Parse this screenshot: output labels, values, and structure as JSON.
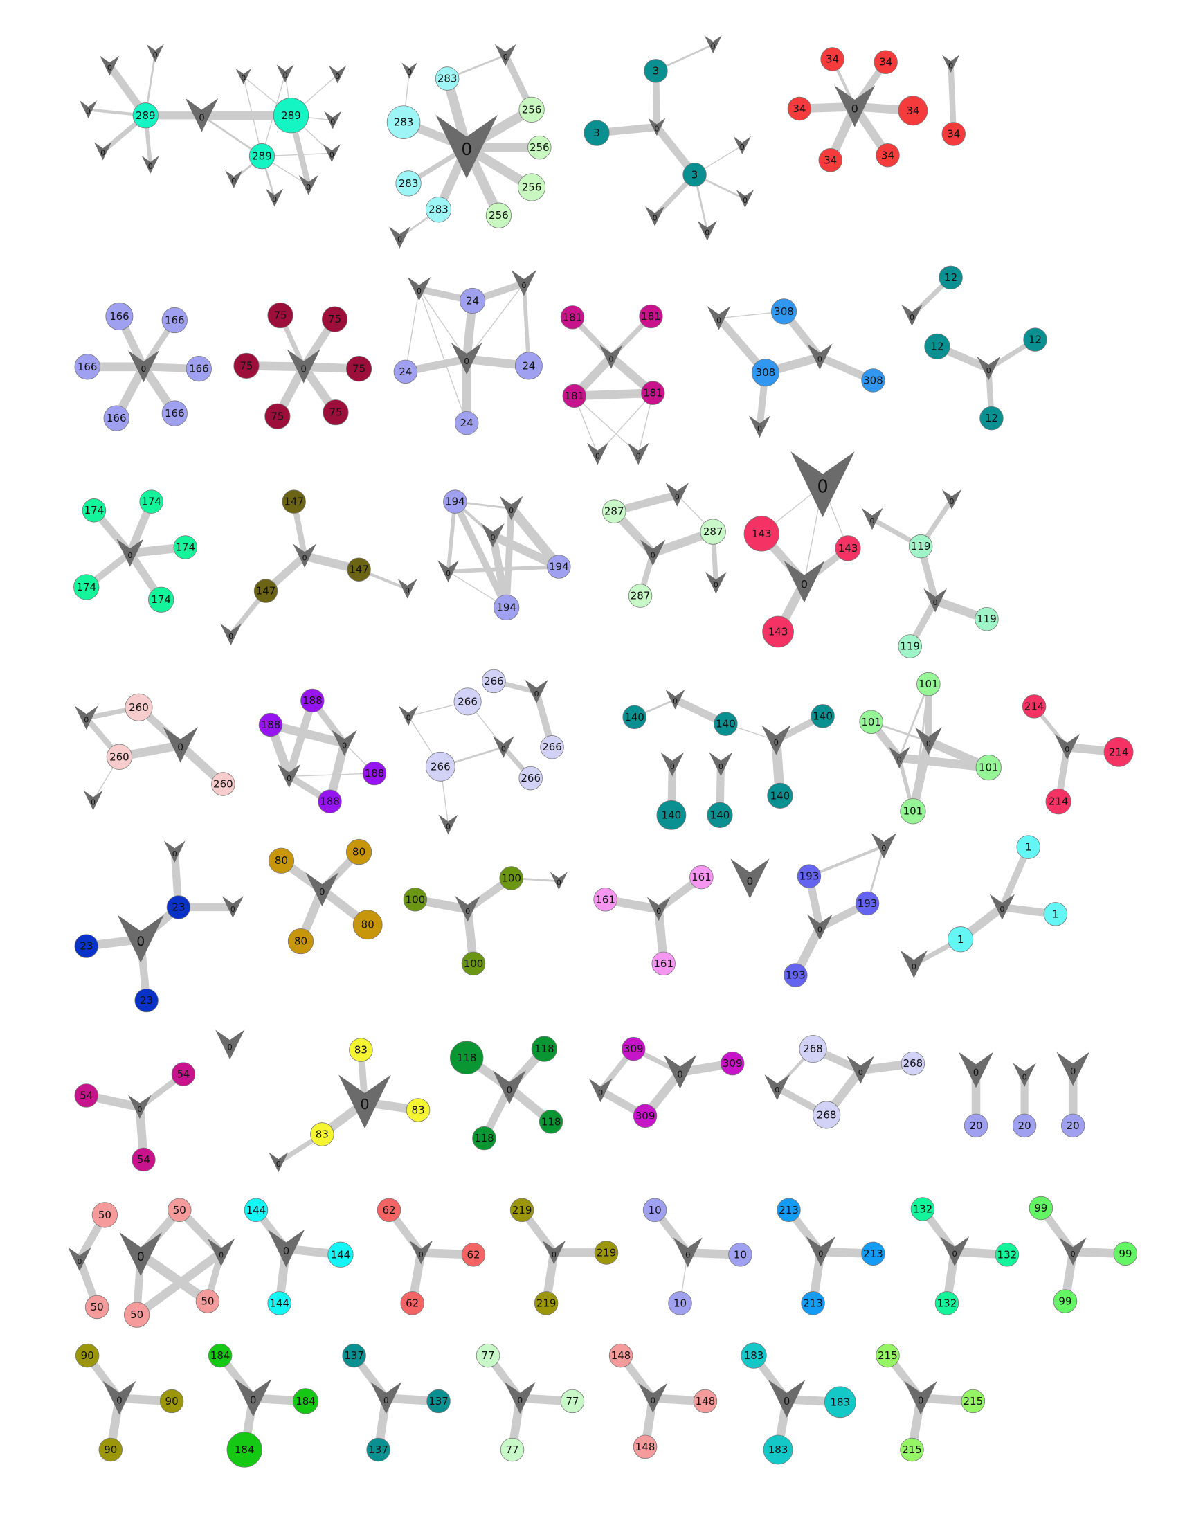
{
  "style": {
    "edge_color": "#cccccc",
    "hub_color": "#6b6b6b",
    "hub_label": "0",
    "node_text_color": "#111111"
  },
  "components": [
    {
      "id": "c289",
      "label": "289",
      "color": "#14f5c3"
    },
    {
      "id": "c283",
      "label": "283",
      "color": "#9ef5f5"
    },
    {
      "id": "c256",
      "label": "256",
      "color": "#c8f7c0"
    },
    {
      "id": "c3",
      "label": "3",
      "color": "#0a9090"
    },
    {
      "id": "c34",
      "label": "34",
      "color": "#f53b3b"
    },
    {
      "id": "c166",
      "label": "166",
      "color": "#a0a0f0"
    },
    {
      "id": "c75",
      "label": "75",
      "color": "#9b0f3a"
    },
    {
      "id": "c24",
      "label": "24",
      "color": "#a0a0f0"
    },
    {
      "id": "c181",
      "label": "181",
      "color": "#c8138c"
    },
    {
      "id": "c308",
      "label": "308",
      "color": "#3297f0"
    },
    {
      "id": "c12",
      "label": "12",
      "color": "#0a9090"
    },
    {
      "id": "c174",
      "label": "174",
      "color": "#14f59b"
    },
    {
      "id": "c147",
      "label": "147",
      "color": "#6b6414"
    },
    {
      "id": "c194",
      "label": "194",
      "color": "#a0a0f0"
    },
    {
      "id": "c287",
      "label": "287",
      "color": "#c8f7c8"
    },
    {
      "id": "c143",
      "label": "143",
      "color": "#f53264"
    },
    {
      "id": "c119",
      "label": "119",
      "color": "#a0f5c8"
    },
    {
      "id": "c260",
      "label": "260",
      "color": "#f7cccc"
    },
    {
      "id": "c188",
      "label": "188",
      "color": "#9614f0"
    },
    {
      "id": "c266",
      "label": "266",
      "color": "#d2d2f7"
    },
    {
      "id": "c140",
      "label": "140",
      "color": "#0a9090"
    },
    {
      "id": "c101",
      "label": "101",
      "color": "#96f596"
    },
    {
      "id": "c214",
      "label": "214",
      "color": "#f53264"
    },
    {
      "id": "c23",
      "label": "23",
      "color": "#0a32c8"
    },
    {
      "id": "c80",
      "label": "80",
      "color": "#c8960a"
    },
    {
      "id": "c100",
      "label": "100",
      "color": "#6b9614"
    },
    {
      "id": "c161",
      "label": "161",
      "color": "#f596f0"
    },
    {
      "id": "c193",
      "label": "193",
      "color": "#6464f0"
    },
    {
      "id": "c1",
      "label": "1",
      "color": "#64f5f5"
    },
    {
      "id": "c54",
      "label": "54",
      "color": "#c8148c"
    },
    {
      "id": "c83",
      "label": "83",
      "color": "#f5f532"
    },
    {
      "id": "c118",
      "label": "118",
      "color": "#0a9632"
    },
    {
      "id": "c309",
      "label": "309",
      "color": "#c814c8"
    },
    {
      "id": "c268",
      "label": "268",
      "color": "#d2d2f7"
    },
    {
      "id": "c20",
      "label": "20",
      "color": "#a0a0f0"
    },
    {
      "id": "c50",
      "label": "50",
      "color": "#f59b9b"
    },
    {
      "id": "c144",
      "label": "144",
      "color": "#14f5f5"
    },
    {
      "id": "c62",
      "label": "62",
      "color": "#f56464"
    },
    {
      "id": "c219",
      "label": "219",
      "color": "#9b960a"
    },
    {
      "id": "c10",
      "label": "10",
      "color": "#a0a0f0"
    },
    {
      "id": "c213",
      "label": "213",
      "color": "#149bf5"
    },
    {
      "id": "c132",
      "label": "132",
      "color": "#14f59b"
    },
    {
      "id": "c99",
      "label": "99",
      "color": "#64f564"
    },
    {
      "id": "c90",
      "label": "90",
      "color": "#9b960a"
    },
    {
      "id": "c184",
      "label": "184",
      "color": "#14c814"
    },
    {
      "id": "c137",
      "label": "137",
      "color": "#0a9090"
    },
    {
      "id": "c77",
      "label": "77",
      "color": "#c8f7c8"
    },
    {
      "id": "c148",
      "label": "148",
      "color": "#f59b9b"
    },
    {
      "id": "c183",
      "label": "183",
      "color": "#14c8c8"
    },
    {
      "id": "c215",
      "label": "215",
      "color": "#96f564"
    }
  ]
}
